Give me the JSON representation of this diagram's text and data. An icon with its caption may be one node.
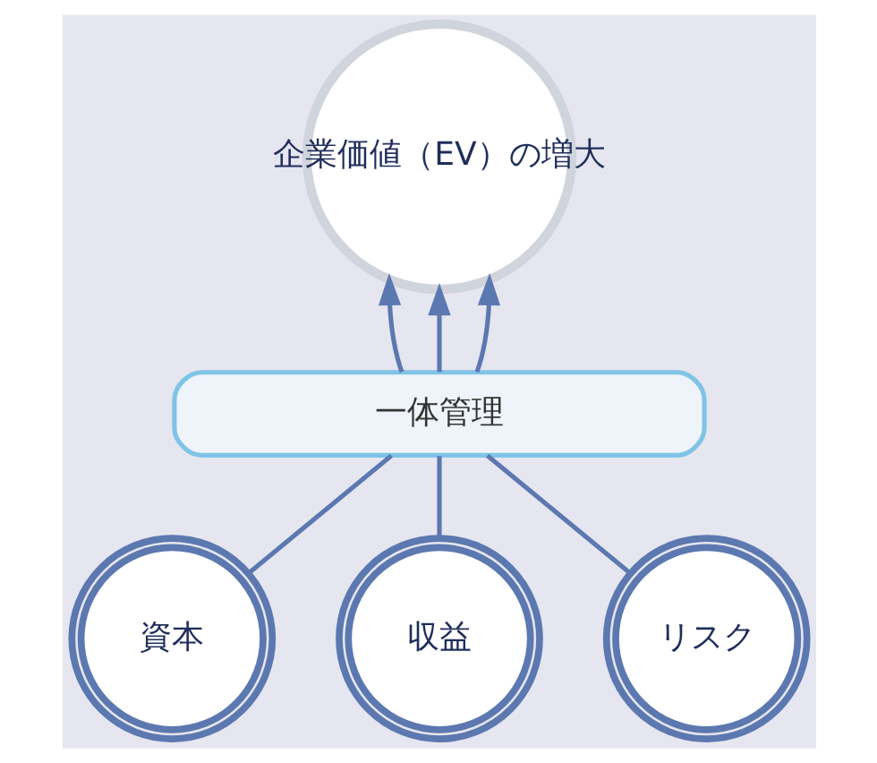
{
  "diagram": {
    "nodes": [
      {
        "text": [
          "企業価値（EV）の増大"
        ]
      },
      {
        "text": [
          "一体管理"
        ]
      },
      {
        "text": [
          "資本"
        ]
      },
      {
        "text": [
          "収益"
        ]
      },
      {
        "text": [
          "リスク"
        ]
      }
    ],
    "edges": [
      {
        "from": 1,
        "to": 0,
        "arrow": "to"
      },
      {
        "from": 1,
        "to": 0,
        "arrow": "to"
      },
      {
        "from": 1,
        "to": 0,
        "arrow": "to"
      },
      {
        "from": 2,
        "to": 1,
        "arrow": "none"
      },
      {
        "from": 3,
        "to": 1,
        "arrow": "none"
      },
      {
        "from": 4,
        "to": 1,
        "arrow": "none"
      }
    ]
  }
}
